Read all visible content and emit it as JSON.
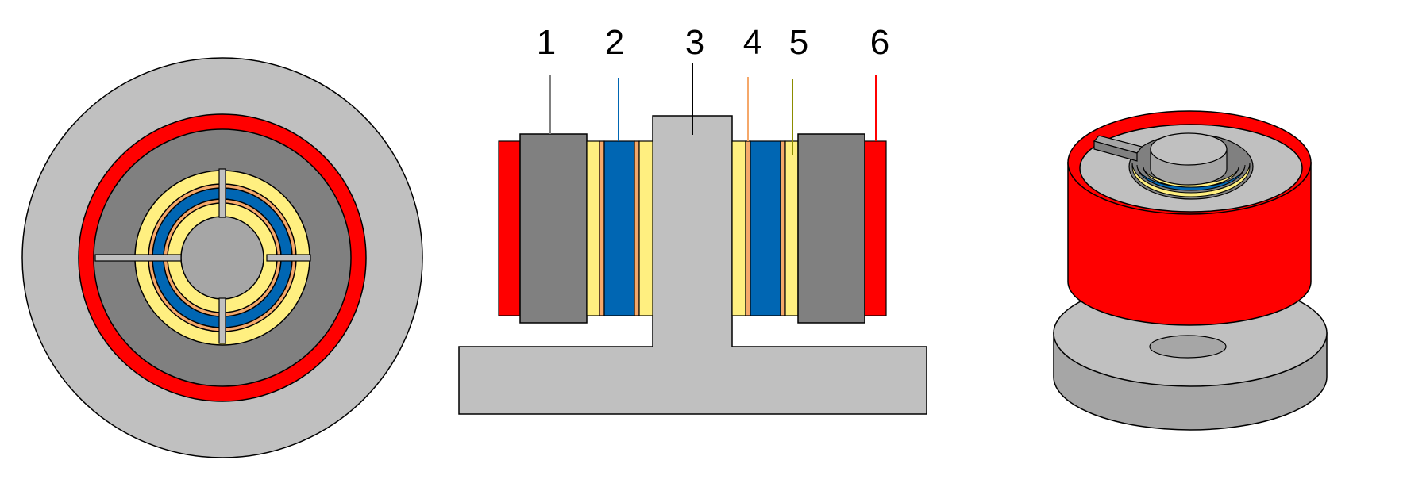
{
  "colors": {
    "light_gray": "#c0c0c0",
    "dark_gray": "#808080",
    "mid_gray": "#a6a6a6",
    "red": "#ff0000",
    "blue": "#0066b3",
    "yellow": "#ffef80",
    "orange": "#f5a86a",
    "olive": "#8c8c00",
    "outline": "#000000"
  },
  "labels": [
    {
      "text": "1",
      "color": "#808080"
    },
    {
      "text": "2",
      "color": "#0066b3"
    },
    {
      "text": "3",
      "color": "#000000"
    },
    {
      "text": "4",
      "color": "#f5a86a"
    },
    {
      "text": "5",
      "color": "#8c8c00"
    },
    {
      "text": "6",
      "color": "#ff0000"
    }
  ]
}
